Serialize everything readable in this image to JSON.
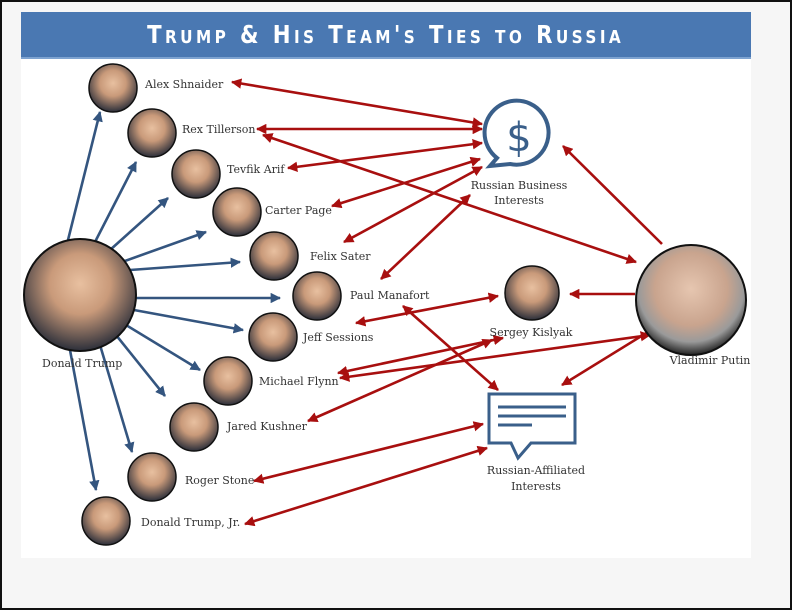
{
  "title": "Trump & His Team's Ties to Russia",
  "people": {
    "trump": "Donald Trump",
    "shnaider": "Alex Shnaider",
    "tillerson": "Rex Tillerson",
    "arif": "Tevfik Arif",
    "page": "Carter Page",
    "sater": "Felix Sater",
    "manafort": "Paul Manafort",
    "sessions": "Jeff Sessions",
    "flynn": "Michael Flynn",
    "kushner": "Jared Kushner",
    "stone": "Roger Stone",
    "trumpjr": "Donald Trump, Jr.",
    "kislyak": "Sergey Kislyak",
    "putin": "Vladimir Putin"
  },
  "groups": {
    "business": {
      "line1": "Russian Business",
      "line2": "Interests",
      "icon": "dollar-speech-bubble-icon"
    },
    "affiliated": {
      "line1": "Russian-Affiliated",
      "line2": "Interests",
      "icon": "message-bubble-icon"
    }
  },
  "colors": {
    "title_bar": "#4a78b2",
    "team_arrow": "#34557f",
    "russia_arrow": "#a80f0f",
    "icon": "#3a5f8a"
  }
}
